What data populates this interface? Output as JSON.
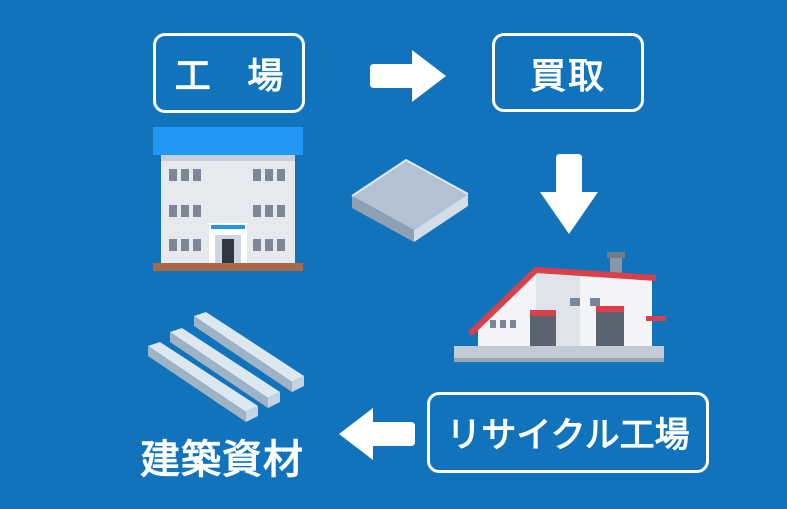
{
  "diagram": {
    "background_color": "#1173bb",
    "nodes": {
      "factory": {
        "label": "工 場",
        "icon": "office-building-icon"
      },
      "purchase": {
        "label": "買取"
      },
      "recycle_plant": {
        "label": "リサイクル工場",
        "icon": "recycling-plant-building-icon"
      },
      "materials": {
        "label": "建築資材",
        "icon": "building-lumber-icon"
      }
    },
    "item_icon": "material-panel-icon",
    "arrows": [
      {
        "from": "factory",
        "to": "purchase",
        "direction": "right"
      },
      {
        "from": "purchase",
        "to": "recycle_plant",
        "direction": "down"
      },
      {
        "from": "recycle_plant",
        "to": "materials",
        "direction": "left"
      }
    ]
  }
}
